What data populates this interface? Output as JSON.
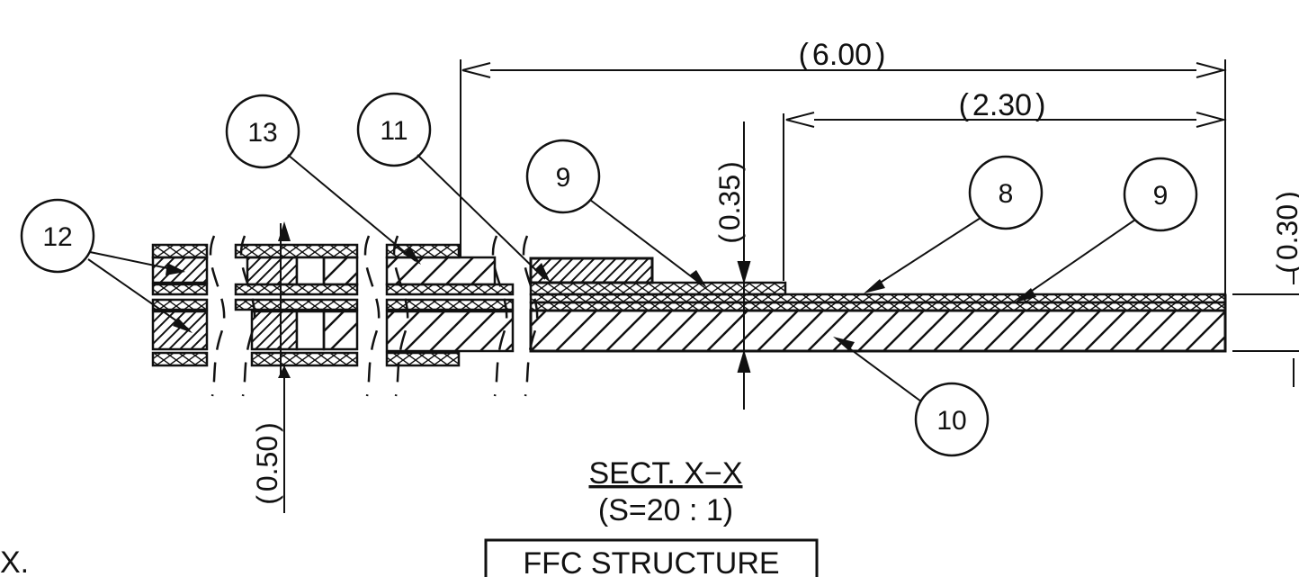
{
  "dimensions": {
    "overall_length": "6.00",
    "exposed_length": "2.30",
    "thickness_exposed": "0.35",
    "thickness_right": "0.30",
    "thickness_total": "0.50"
  },
  "callouts": {
    "c12": "12",
    "c13": "13",
    "c11": "11",
    "c9a": "9",
    "c8": "8",
    "c9b": "9",
    "c10": "10"
  },
  "section": {
    "title": "SECT. X−X",
    "scale": "(S=20 : 1)",
    "name": "FFC STRUCTURE"
  },
  "fragment_text": "X."
}
